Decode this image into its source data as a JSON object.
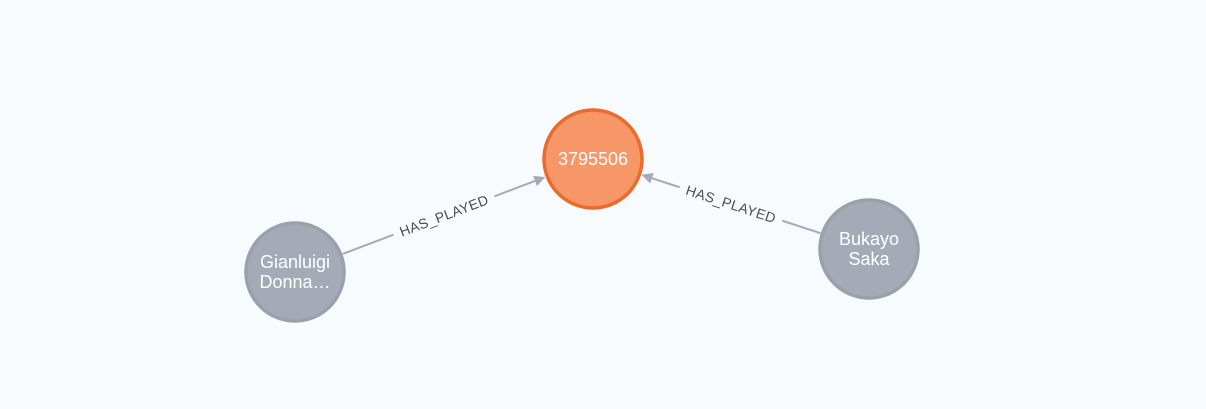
{
  "graph": {
    "nodes": [
      {
        "id": "match",
        "lines": [
          "3795506"
        ],
        "fill": "#f79767",
        "stroke": "#ea6b2d"
      },
      {
        "id": "gianluigi",
        "lines": [
          "Gianluigi",
          "Donna…"
        ],
        "fill": "#a5abb6",
        "stroke": "#9aa1ac"
      },
      {
        "id": "bukayo",
        "lines": [
          "Bukayo",
          "Saka"
        ],
        "fill": "#a5abb6",
        "stroke": "#9aa1ac"
      }
    ],
    "relationships": [
      {
        "from": "gianluigi",
        "to": "match",
        "type": "HAS_PLAYED"
      },
      {
        "from": "bukayo",
        "to": "match",
        "type": "HAS_PLAYED"
      }
    ],
    "edge_color": "#a5abb6",
    "label_color": "#4a4f57"
  }
}
